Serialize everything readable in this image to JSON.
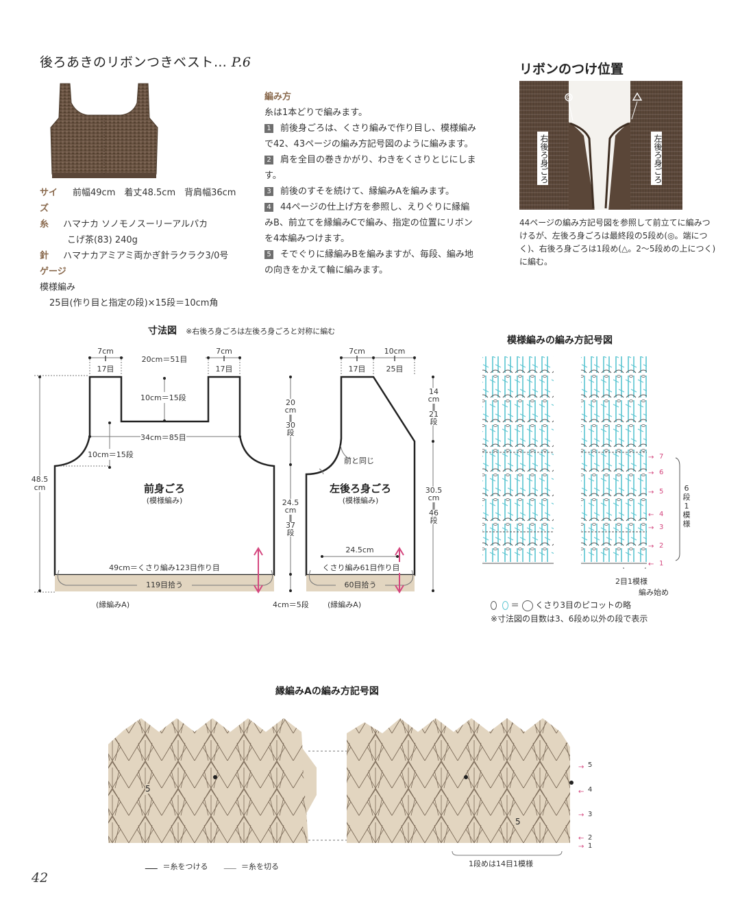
{
  "header": {
    "title": "後ろあきのリボンつきベスト… ",
    "page_ref": "P.6"
  },
  "spec": {
    "size_label": "サイズ",
    "size_value": "前幅49cm　着丈48.5cm　背肩幅36cm",
    "yarn_label": "糸",
    "yarn_value1": "ハマナカ ソノモノスーリーアルパカ",
    "yarn_value2": "こげ茶(83) 240g",
    "needle_label": "針",
    "needle_value": "ハマナカアミアミ両かぎ針ラクラク3/0号",
    "gauge_label": "ゲージ",
    "gauge_name": "模様編み",
    "gauge_value": "25目(作り目と指定の段)×15段＝10cm角"
  },
  "instructions": {
    "heading": "編み方",
    "intro": "糸は1本どりで編みます。",
    "steps": [
      {
        "n": "1",
        "text": "前後身ごろは、くさり編みで作り目し、模様編みで42、43ページの編み方記号図のように編みます。"
      },
      {
        "n": "2",
        "text": "肩を全目の巻きかがり、わきをくさりとじにします。"
      },
      {
        "n": "3",
        "text": "前後のすそを続けて、縁編みAを編みます。"
      },
      {
        "n": "4",
        "text": "44ページの仕上げ方を参照し、えりぐりに縁編みB、前立てを縁編みCで編み、指定の位置にリボンを4本編みつけます。"
      },
      {
        "n": "5",
        "text": "そでぐりに縁編みBを編みますが、毎段、編み地の向きをかえて輪に編みます。"
      }
    ]
  },
  "ribbon": {
    "title": "リボンのつけ位置",
    "label_right_back": "右後ろ身ごろ",
    "label_left_back": "左後ろ身ごろ",
    "caption": "44ページの編み方記号図を参照して前立てに編みつけるが、左後ろ身ごろは最終段の5段め(◎。端につく)、右後ろ身ごろは1段め(△。2〜5段めの上につく)に編む。"
  },
  "dimension": {
    "title": "寸法図",
    "note": "※右後ろ身ごろは左後ろ身ごろと対称に編む",
    "front": {
      "top_left_cm": "7cm",
      "top_left_st": "17目",
      "top_mid": "20cm＝51目",
      "top_right_cm": "7cm",
      "top_right_st": "17目",
      "neck_depth": "10cm＝15段",
      "width_cm": "34cm＝85目",
      "armhole": "10cm＝15段",
      "total_h1": "48.5",
      "total_h2": "cm",
      "name": "前身ごろ",
      "sub": "(模様編み)",
      "cast_on": "49cm＝くさり編み123目作り目",
      "pickup": "119目拾う",
      "border": "(縁編みA)"
    },
    "side": {
      "armhole_h": [
        "20",
        "cm",
        "‖",
        "30",
        "段"
      ],
      "body_h": [
        "24.5",
        "cm",
        "‖",
        "37",
        "段"
      ],
      "border_h": "4cm＝5段"
    },
    "back": {
      "top_left_cm": "7cm",
      "top_left_st": "17目",
      "top_right_cm": "10cm",
      "top_right_st": "25目",
      "neck_h": [
        "14",
        "cm",
        "‖",
        "21",
        "段"
      ],
      "same_as_front": "前と同じ",
      "total_h": [
        "30.5",
        "cm",
        "‖",
        "46",
        "段"
      ],
      "name": "左後ろ身ごろ",
      "sub": "(模様編み)",
      "width": "24.5cm",
      "cast_on": "くさり編み61目作り目",
      "pickup": "60目拾う",
      "border": "(縁編みA)"
    }
  },
  "pattern": {
    "title": "模様編みの編み方記号図",
    "rows": [
      "7",
      "6",
      "5",
      "4",
      "3",
      "2",
      "1"
    ],
    "repeat_rows": [
      "6",
      "段",
      "1",
      "模",
      "様"
    ],
    "repeat_sts": "2目1模様",
    "start": "編み始め",
    "legend_eq": "＝",
    "legend_text": "くさり3目のピコットの略",
    "note": "※寸法図の目数は3、6段め以外の段で表示"
  },
  "border": {
    "title": "縁編みAの編み方記号図",
    "rows": [
      "5",
      "4",
      "3",
      "2",
      "1"
    ],
    "marker_left": "5",
    "marker_right": "5",
    "repeat": "1段めは14目1模様",
    "legend_attach": "＝糸をつける",
    "legend_cut": "＝糸を切る"
  },
  "footer": {
    "page_number": "42"
  },
  "colors": {
    "accent": "#8a6a4e",
    "pink": "#d4467e",
    "teal": "#58c4d0",
    "beige": "#e2d5c0",
    "yarn": "#5a4638"
  }
}
